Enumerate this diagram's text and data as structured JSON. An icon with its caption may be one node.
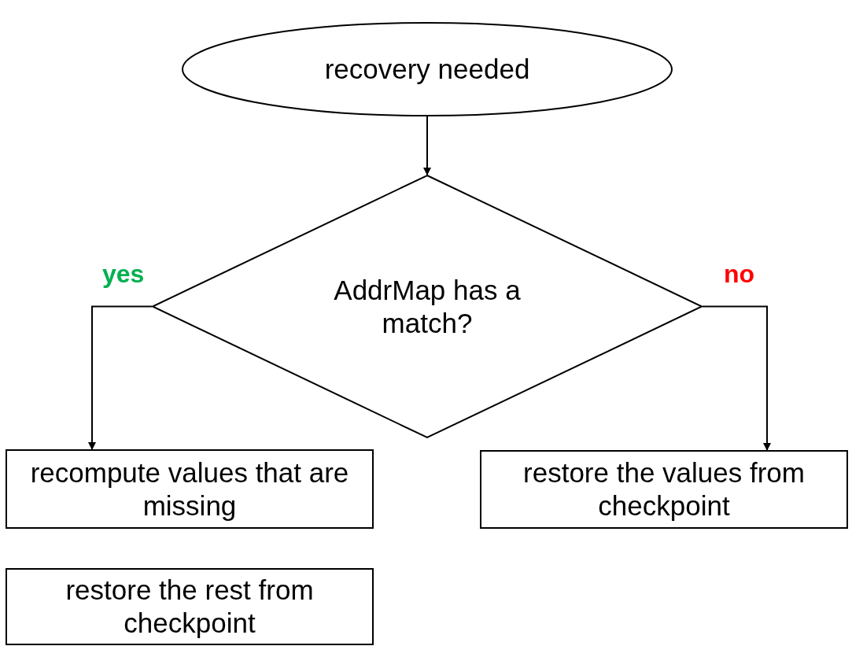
{
  "diagram": {
    "nodes": [
      {
        "text": [
          "recovery needed"
        ]
      },
      {
        "text": [
          "AddrMap has a match?"
        ]
      },
      {
        "text": [
          "recompute values that are missing"
        ]
      },
      {
        "text": [
          "restore the values from checkpoint"
        ]
      },
      {
        "text": [
          "restore the rest from checkpoint"
        ]
      }
    ],
    "edges": [
      {
        "from": 0,
        "to": 1,
        "arrow": "to"
      },
      {
        "from": 1,
        "to": 2,
        "arrow": "to",
        "label": "yes"
      },
      {
        "from": 1,
        "to": 3,
        "arrow": "to",
        "label": "no"
      }
    ]
  }
}
